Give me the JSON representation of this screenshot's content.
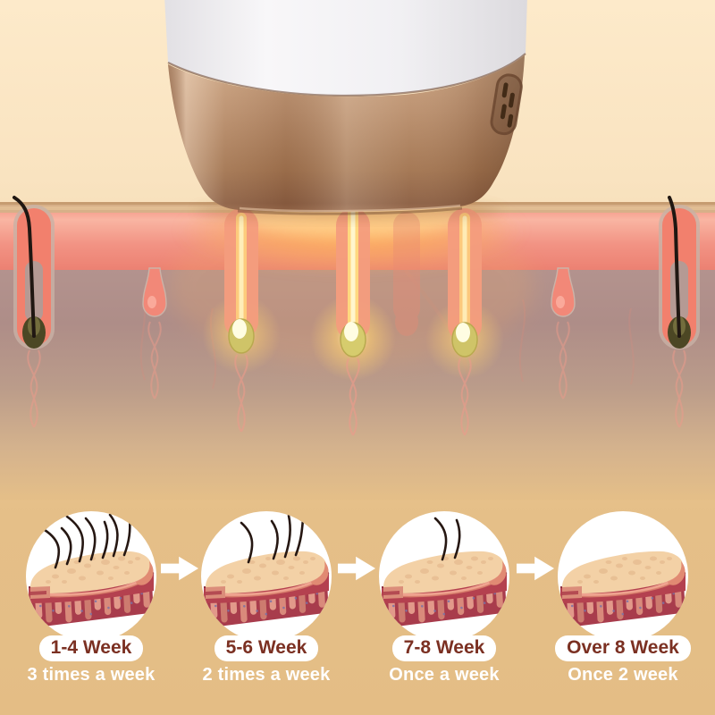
{
  "page": {
    "background_top": "#fdeaca",
    "background_bottom": "#e4bd85"
  },
  "hero": {
    "device_body_color": "#f4f3f6",
    "device_head_color": "#a97a58",
    "skin_color": "#f29384",
    "glow_color": "#ffc266",
    "icons": {
      "device": "ipl-device",
      "vent": "vent-grille",
      "follicle_black": "hair-follicle-black",
      "follicle_glowing": "hair-follicle-glowing",
      "follicle_empty": "hair-follicle-empty"
    }
  },
  "timeline": {
    "arrow_icon": "right-arrow-icon",
    "label_text_color": "#7b3022",
    "frequency_text_color": "#ffffff",
    "stages": [
      {
        "week": "1-4 Week",
        "frequency": "3 times a week",
        "hairs": 7
      },
      {
        "week": "5-6 Week",
        "frequency": "2 times a week",
        "hairs": 4
      },
      {
        "week": "7-8 Week",
        "frequency": "Once a week",
        "hairs": 2
      },
      {
        "week": "Over 8 Week",
        "frequency": "Once 2 week",
        "hairs": 0
      }
    ]
  }
}
